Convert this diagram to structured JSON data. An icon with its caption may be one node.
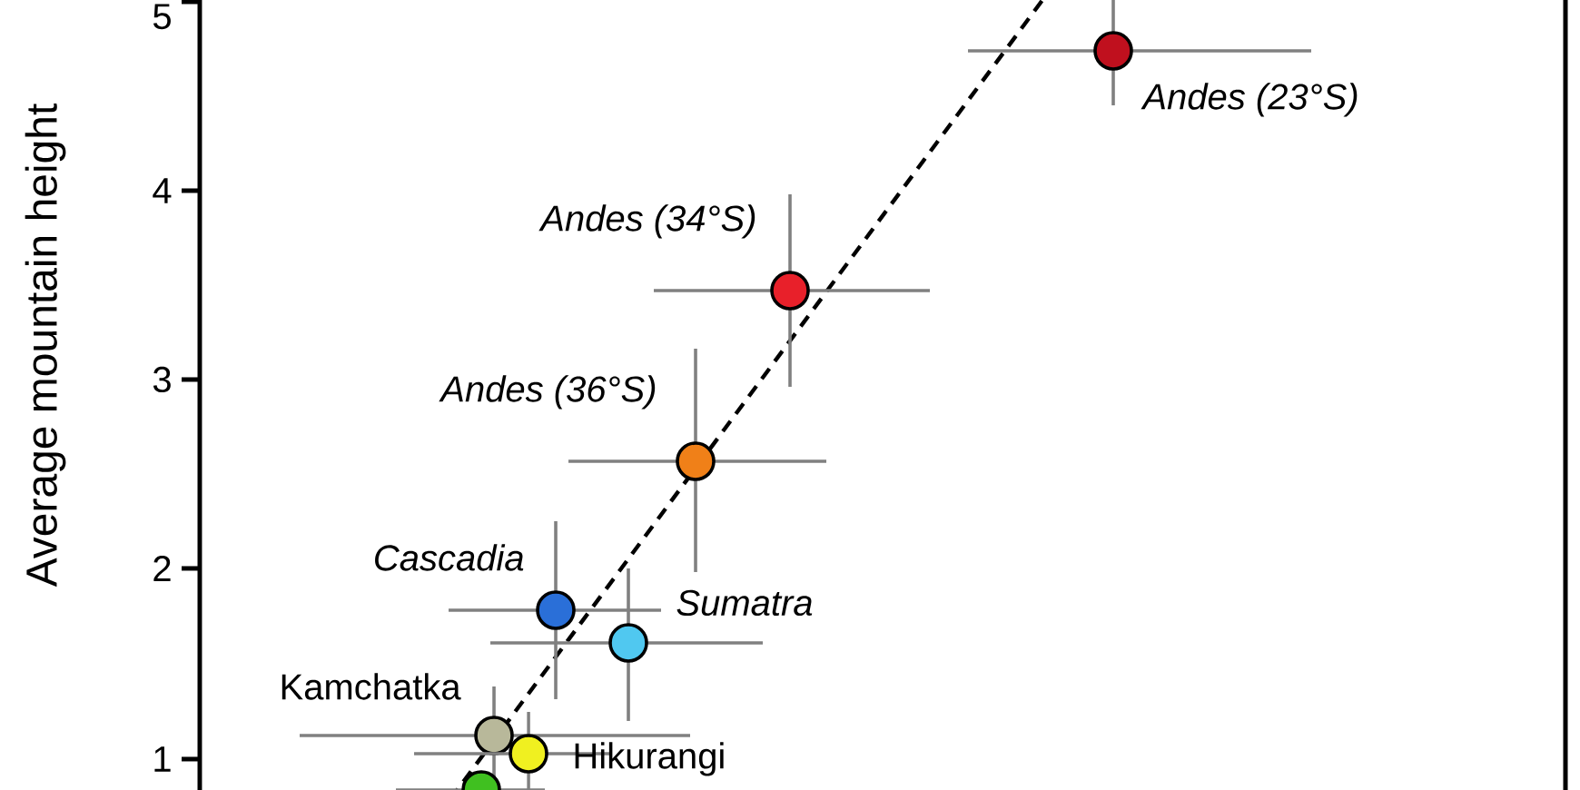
{
  "diagram": {
    "labels": [
      "Average mountain height",
      "5",
      "4",
      "3",
      "2",
      "1",
      "Andes (23°S)",
      "Andes (34°S)",
      "Andes (36°S)",
      "Cascadia",
      "Sumatra",
      "Kamchatka",
      "Hikurangi"
    ]
  }
}
